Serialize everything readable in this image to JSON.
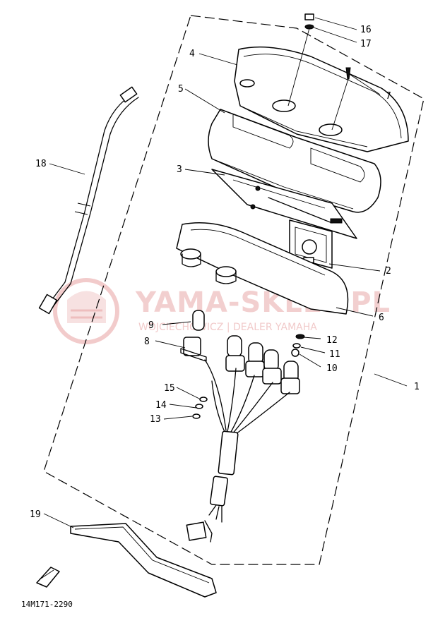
{
  "diagram": {
    "part_code": "14M171-2290",
    "watermark": {
      "brand": "YAMA-SKLEP.PL",
      "tagline": "WOJCIECHOWICZ | DEALER YAMAHA"
    },
    "callouts": [
      "1",
      "2",
      "3",
      "4",
      "5",
      "6",
      "7",
      "8",
      "9",
      "10",
      "11",
      "12",
      "13",
      "14",
      "15",
      "16",
      "17",
      "18",
      "19"
    ],
    "colors": {
      "ink": "#000000",
      "watermark": "#e9a8a8"
    }
  }
}
